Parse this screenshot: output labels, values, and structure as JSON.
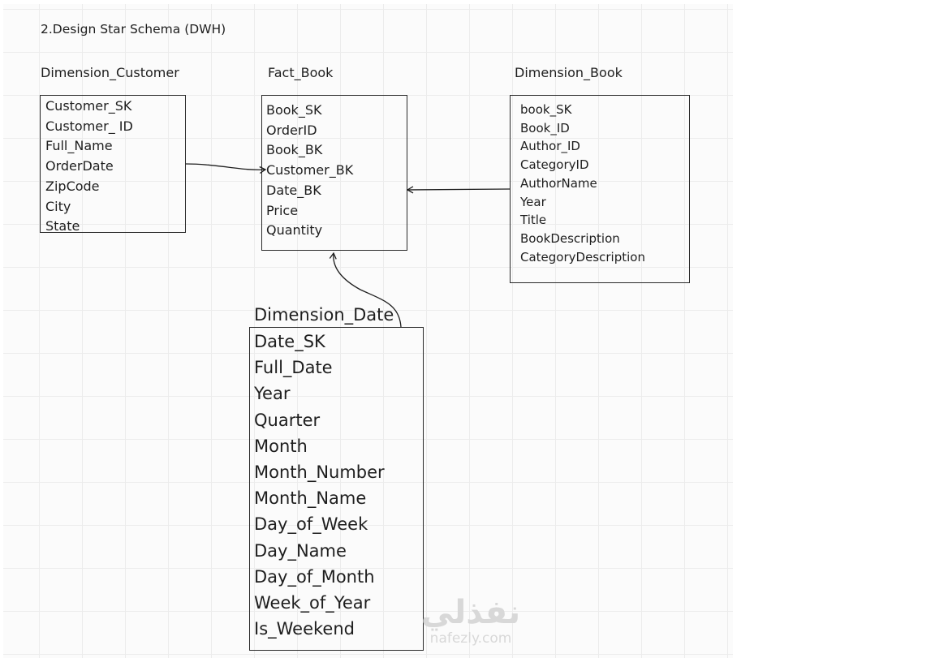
{
  "title": "2.Design Star Schema (DWH)",
  "tables": {
    "customer": {
      "name": "Dimension_Customer",
      "fields": [
        "Customer_SK",
        "Customer_ ID",
        "Full_Name",
        "OrderDate",
        "ZipCode",
        "City",
        "State"
      ]
    },
    "fact": {
      "name": "Fact_Book",
      "fields": [
        "Book_SK",
        "OrderID",
        "Book_BK",
        "Customer_BK",
        "Date_BK",
        "Price",
        "Quantity"
      ]
    },
    "book": {
      "name": "Dimension_Book",
      "fields": [
        "book_SK",
        "Book_ID",
        "Author_ID",
        "CategoryID",
        "AuthorName",
        "Year",
        "Title",
        "BookDescription",
        "CategoryDescription"
      ]
    },
    "date": {
      "name": "Dimension_Date",
      "fields": [
        "Date_SK",
        "Full_Date",
        "Year",
        "Quarter",
        "Month",
        "Month_Number",
        "Month_Name",
        "Day_of_Week",
        "Day_Name",
        "Day_of_Month",
        "Week_of_Year",
        "Is_Weekend"
      ]
    }
  },
  "relationships": [
    {
      "from": "customer",
      "to": "fact"
    },
    {
      "from": "book",
      "to": "fact"
    },
    {
      "from": "date",
      "to": "fact"
    }
  ],
  "watermark": {
    "arabic": "نفذلي",
    "latin": "nafezly.com"
  }
}
